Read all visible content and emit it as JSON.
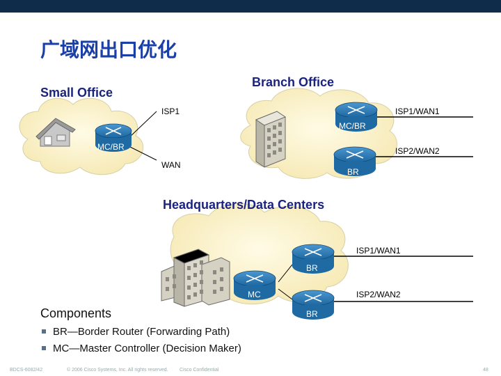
{
  "title": "广域网出口优化",
  "branch": {
    "heading": "Branch Office",
    "isp1_label": "ISP1/WAN1",
    "isp2_label": "ISP2/WAN2",
    "router1_label": "MC/BR",
    "router2_label": "BR"
  },
  "small_office": {
    "heading": "Small Office",
    "router_label": "MC/BR",
    "isp_label": "ISP1",
    "wan_label": "WAN"
  },
  "hq": {
    "heading": "Headquarters/Data Centers",
    "isp1_label": "ISP1/WAN1",
    "isp2_label": "ISP2/WAN2",
    "router_top_label": "BR",
    "router_mc_label": "MC",
    "router_bottom_label": "BR"
  },
  "components": {
    "heading": "Components",
    "items": [
      "BR—Border Router (Forwarding Path)",
      "MC—Master Controller (Decision Maker)"
    ]
  },
  "footer": {
    "code": "BDCS-6082/42",
    "copyright": "© 2006 Cisco Systems, Inc. All rights reserved.",
    "confidential": "Cisco Confidential",
    "page": "48"
  },
  "colors": {
    "cloud_fill": "#fbf1c8",
    "cloud_stroke": "#d7cfa6",
    "router_fill": "#1f6aa3",
    "title_color": "#1a3fa6",
    "topbar": "#0f2d4a"
  }
}
